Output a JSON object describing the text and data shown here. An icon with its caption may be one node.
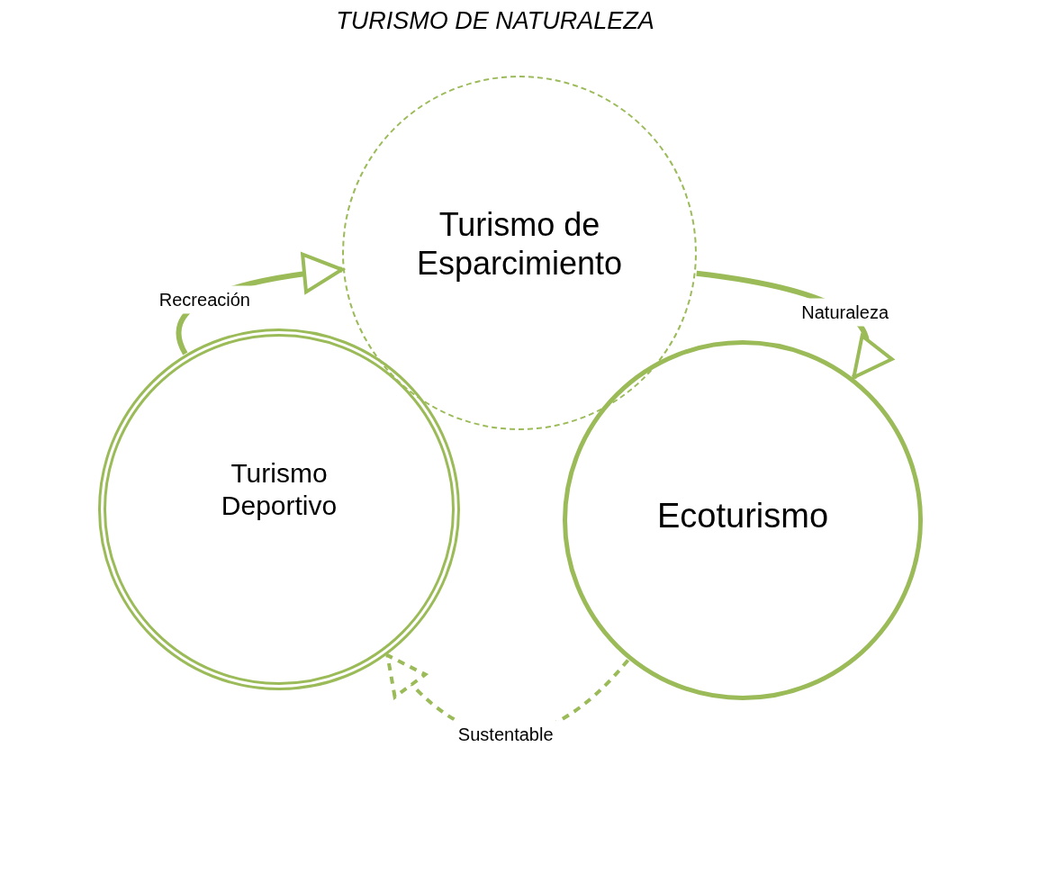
{
  "diagram": {
    "title": "TURISMO DE NATURALEZA",
    "nodes": [
      {
        "text": [
          "Turismo de Esparcimiento"
        ]
      },
      {
        "text": [
          "Turismo Deportivo"
        ]
      },
      {
        "text": [
          "Ecoturismo"
        ]
      }
    ],
    "edges": [
      {
        "from": 1,
        "to": 0,
        "arrow": "to",
        "label": "Recreación"
      },
      {
        "from": 0,
        "to": 2,
        "arrow": "to",
        "label": "Naturaleza"
      },
      {
        "from": 2,
        "to": 1,
        "arrow": "to",
        "label": "Sustentable",
        "style": "dashed"
      }
    ]
  }
}
